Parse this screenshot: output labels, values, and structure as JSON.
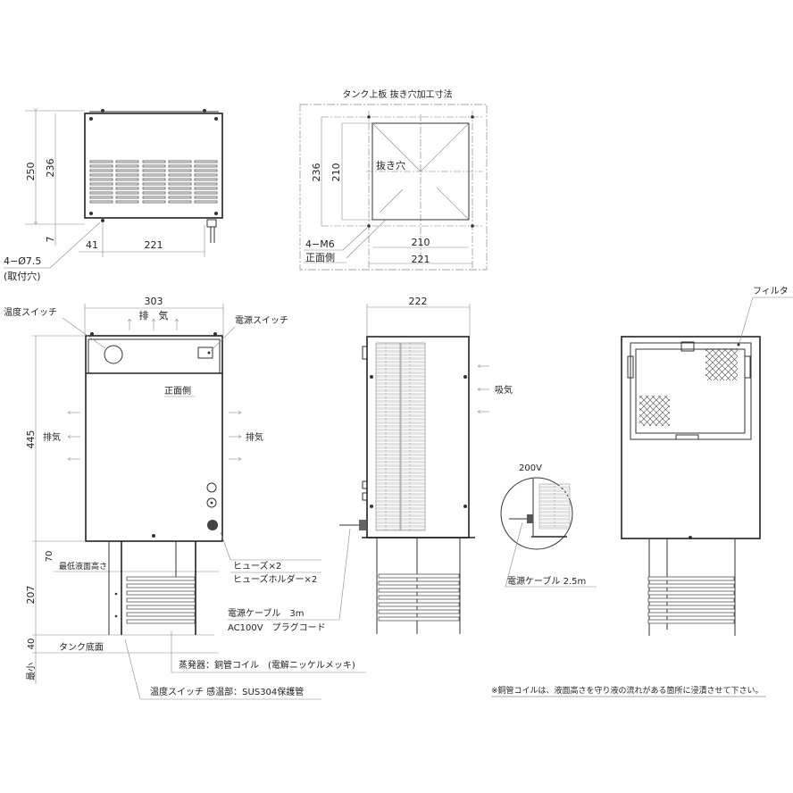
{
  "top_view": {
    "dim_250": "250",
    "dim_236": "236",
    "dim_7": "7",
    "dim_41": "41",
    "dim_221": "221",
    "hole_label": "4−Ø7.5",
    "hole_sub": "(取付穴)"
  },
  "cutout_view": {
    "title": "タンク上板 抜き穴加工寸法",
    "hole_text": "抜き穴",
    "dim_236": "236",
    "dim_210_v": "210",
    "dim_210_h": "210",
    "dim_221": "221",
    "screw_label": "4−M6",
    "front_label": "正面側"
  },
  "front_view": {
    "dim_303": "303",
    "exhaust_top": "排　気",
    "temp_switch": "温度スイッチ",
    "power_switch": "電源スイッチ",
    "front_side": "正面側",
    "exhaust_left": "排気",
    "exhaust_right": "排気",
    "dim_445": "445",
    "dim_70": "70",
    "min_level": "最低液面高さ",
    "dim_207": "207",
    "dim_40": "40",
    "min_label": "最小",
    "tank_bottom": "タンク底面",
    "fuse": "ヒューズ×2",
    "fuse_holder": "ヒューズホルダー×2",
    "power_cable": "電源ケーブル　3m",
    "plug_cord": "AC100V　プラグコード",
    "evaporator": "蒸発器：銅管コイル　(電解ニッケルメッキ)",
    "sensor": "温度スイッチ 感温部：SUS304保護管"
  },
  "side_view": {
    "dim_222": "222",
    "intake": "吸気"
  },
  "detail_view": {
    "voltage": "200V",
    "cable": "電源ケーブル 2.5m"
  },
  "back_view": {
    "filter": "フィルタ"
  },
  "note": "※銅管コイルは、液面高さを守り液の流れがある箇所に浸漬させて下さい。"
}
